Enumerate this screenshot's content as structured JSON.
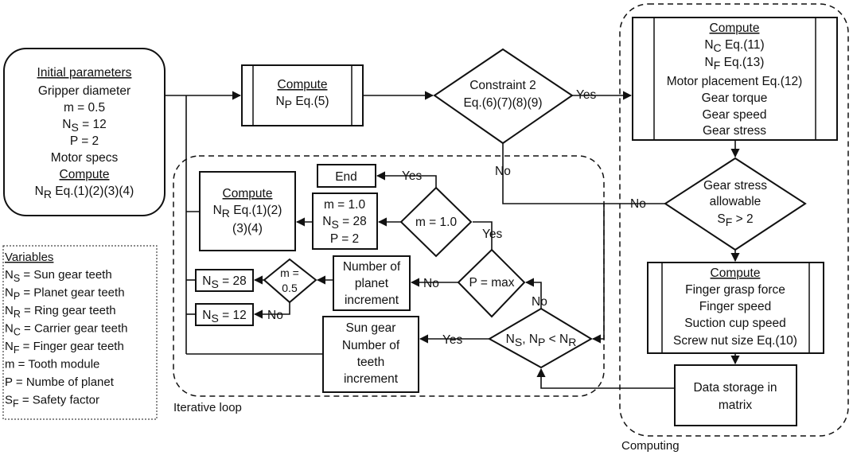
{
  "initial": {
    "title": "Initial parameters",
    "line1": "Gripper diameter",
    "line2": "m = 0.5",
    "ns_label": "N",
    "ns_sub": "S",
    "ns_rest": " = 12",
    "line4": "P = 2",
    "line5": "Motor specs",
    "compute": "Compute",
    "nr_label": "N",
    "nr_sub": "R",
    "nr_rest": " Eq.(1)(2)(3)(4)"
  },
  "compute_np": {
    "title": "Compute",
    "np_label": "N",
    "np_sub": "P",
    "np_rest": " Eq.(5)"
  },
  "constraint2": {
    "line1": "Constraint 2",
    "line2": "Eq.(6)(7)(8)(9)"
  },
  "labels": {
    "yes_top": "Yes",
    "no_top": "No",
    "no_stress": "No",
    "yes_end": "Yes",
    "yes_pmax": "Yes",
    "no_pmax": "No",
    "no_nsnp": "No",
    "no_m05": "No",
    "yes_sun": "Yes"
  },
  "computing_box": {
    "title": "Compute",
    "nc_label": "N",
    "nc_sub": "C",
    "nc_rest": " Eq.(11)",
    "nf_label": "N",
    "nf_sub": "F",
    "nf_rest": " Eq.(13)",
    "line3": "Motor placement Eq.(12)",
    "line4": "Gear torque",
    "line5": "Gear speed",
    "line6": "Gear stress"
  },
  "gear_stress": {
    "line1": "Gear stress",
    "line2": "allowable",
    "sf_label": "S",
    "sf_sub": "F",
    "sf_rest": " > 2"
  },
  "compute_finger": {
    "title": "Compute",
    "line1": "Finger grasp force",
    "line2": "Finger speed",
    "line3": "Suction cup speed",
    "line4": "Screw nut size Eq.(10)"
  },
  "data_storage": {
    "line1": "Data storage in",
    "line2": "matrix"
  },
  "loop": {
    "end": "End",
    "compute_nr_title": "Compute",
    "compute_nr_label": "N",
    "compute_nr_sub": "R",
    "compute_nr_rest": " Eq.(1)(2)",
    "compute_nr_line2": "(3)(4)",
    "m10_line1": "m = 1.0",
    "m10_ns_label": "N",
    "m10_ns_sub": "S",
    "m10_ns_rest": " = 28",
    "m10_line3": "P = 2",
    "m_eq": "m = 1.0",
    "pmax": "P = max",
    "planet_line1": "Number of",
    "planet_line2": "planet",
    "planet_line3": "increment",
    "m05_line1": "m =",
    "m05_line2": "0.5",
    "ns28_label": "N",
    "ns28_sub": "S",
    "ns28_rest": " = 28",
    "ns12_label": "N",
    "ns12_sub": "S",
    "ns12_rest": " = 12",
    "cond_ns": "N",
    "cond_ns_sub": "S",
    "cond_mid": ", N",
    "cond_np_sub": "P",
    "cond_lt": " < N",
    "cond_nr_sub": "R",
    "sun_line1": "Sun gear",
    "sun_line2": "Number of",
    "sun_line3": "teeth",
    "sun_line4": "increment"
  },
  "variables": {
    "title": "Variables",
    "rows": [
      {
        "sym": "N",
        "sub": "S",
        "desc": " = Sun gear teeth"
      },
      {
        "sym": "N",
        "sub": "P",
        "desc": " = Planet gear teeth"
      },
      {
        "sym": "N",
        "sub": "R",
        "desc": " = Ring gear teeth"
      },
      {
        "sym": "N",
        "sub": "C",
        "desc": " = Carrier gear teeth"
      },
      {
        "sym": "N",
        "sub": "F",
        "desc": " = Finger gear teeth"
      },
      {
        "sym": "m",
        "sub": "",
        "desc": " = Tooth module"
      },
      {
        "sym": "P",
        "sub": "",
        "desc": " = Numbe of planet"
      },
      {
        "sym": "S",
        "sub": "F",
        "desc": " = Safety factor"
      }
    ]
  },
  "group_labels": {
    "iterative": "Iterative loop",
    "computing": "Computing"
  }
}
